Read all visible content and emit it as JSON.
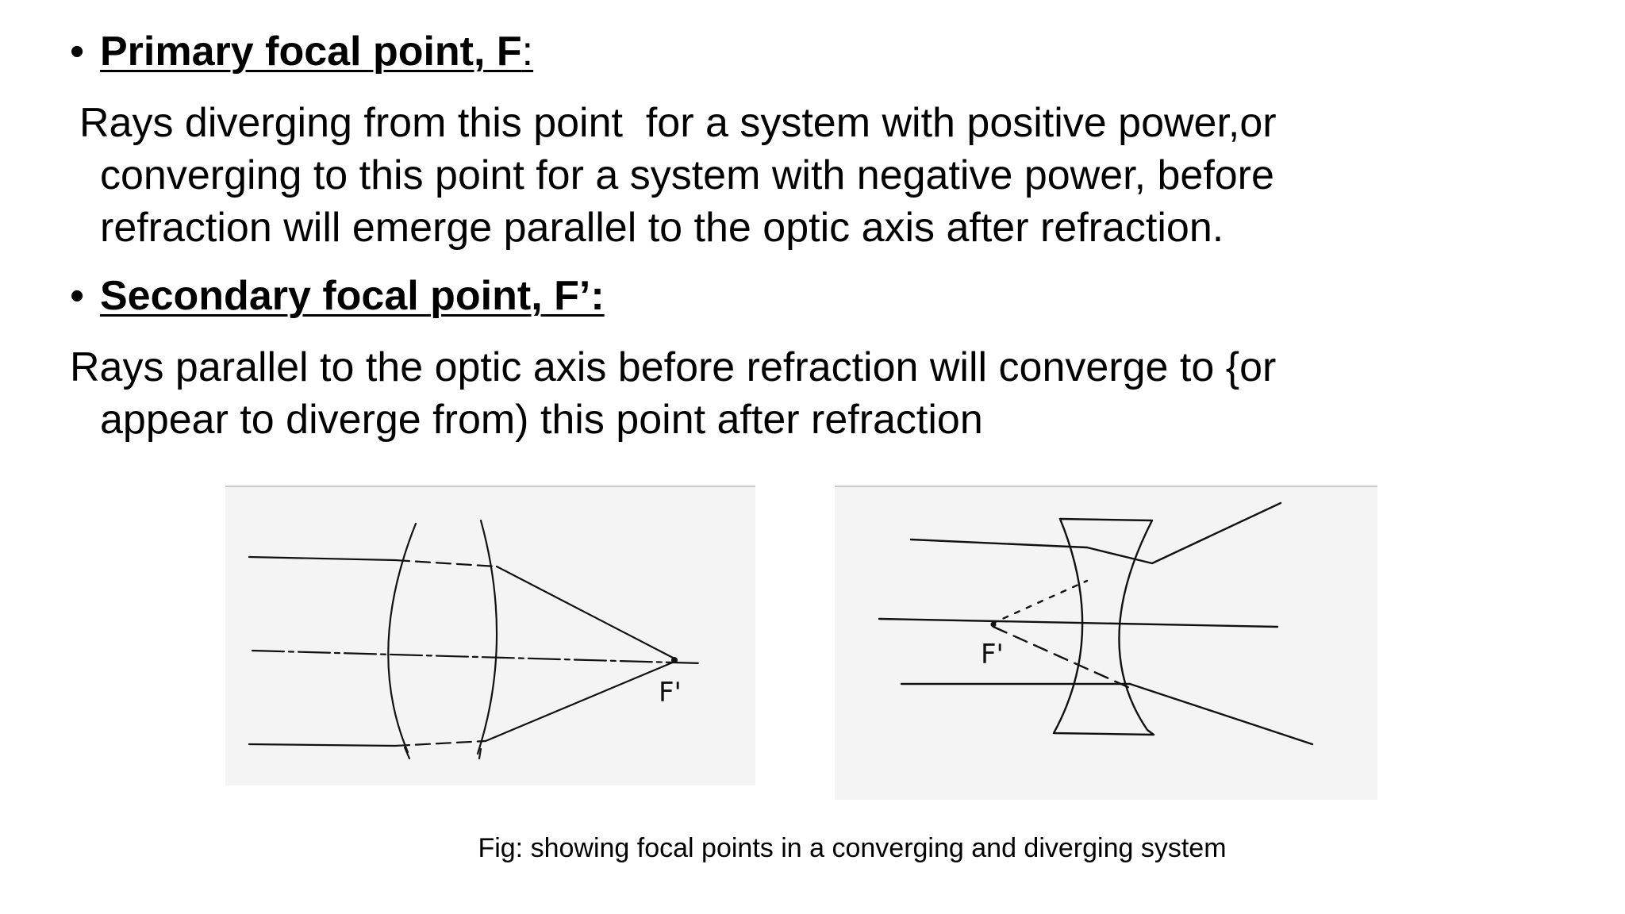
{
  "heading_primary": {
    "bullet": "•",
    "title": "Primary focal point, F",
    "colon": ": "
  },
  "para_primary": {
    "line1": "Rays diverging from this point  for a system with positive power,or",
    "line2": "converging to this point for a system with negative power, before",
    "line3": "refraction will emerge parallel to the optic axis after refraction."
  },
  "heading_secondary": {
    "bullet": "•",
    "title": "Secondary focal point, F’:"
  },
  "para_secondary": {
    "line1": "Rays parallel to the optic axis before refraction will converge to {or",
    "line2": "appear to diverge from) this point after refraction"
  },
  "figures": {
    "converging_label": "F'",
    "diverging_label": "F'"
  },
  "caption": "Fig: showing focal points in a converging and diverging system"
}
